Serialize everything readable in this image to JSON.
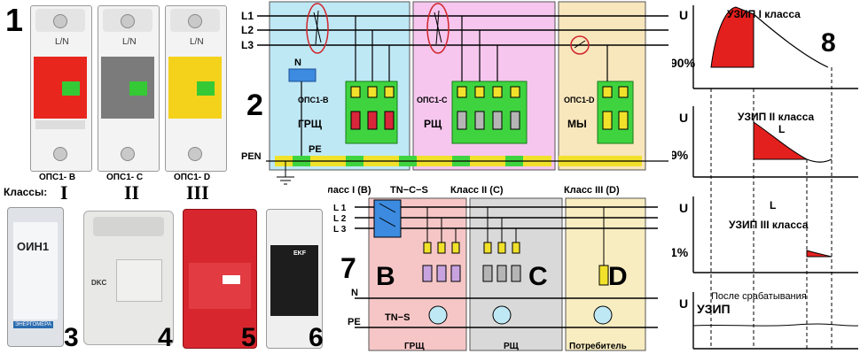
{
  "photos": {
    "label_1": "1",
    "devices_top": [
      {
        "name": "ОПС1- B",
        "roman": "I",
        "color": "#e8261e",
        "face": "L/N"
      },
      {
        "name": "ОПС1- C",
        "roman": "II",
        "color": "#7b7b7b",
        "face": "L/N"
      },
      {
        "name": "ОПС1- D",
        "roman": "III",
        "color": "#f4d21c",
        "face": "L/N"
      }
    ],
    "classes_label": "Классы:",
    "bottom_labels": [
      "3",
      "4",
      "5",
      "6"
    ],
    "device3_text": "ОИН1",
    "device3_brand": "ЭНЕРГОМЕРА",
    "device4_brand": "DKC",
    "device6_brand": "EKF"
  },
  "diagram2": {
    "label": "2",
    "lines": [
      "L1",
      "L2",
      "L3"
    ],
    "n_label": "N",
    "pen_label": "PEN",
    "pe_label": "PE",
    "panels": [
      {
        "device": "ОПС1-B",
        "board": "ГРЩ",
        "bg": "#bfe8f5"
      },
      {
        "device": "ОПС1-C",
        "board": "РЩ",
        "bg": "#f6c6ee"
      },
      {
        "device": "ОПС1-D",
        "board": "МЫ",
        "bg": "#f8e6bd"
      }
    ]
  },
  "diagram7": {
    "label": "7",
    "class_header": [
      "Класс I (B)",
      "TN−C−S",
      "Класс II (C)",
      "Класс III (D)"
    ],
    "lines": [
      "L 1",
      "L 2",
      "L 3"
    ],
    "n_label": "N",
    "pe_label": "PE",
    "tns_label": "TN−S",
    "zones": [
      {
        "letter": "B",
        "board": "ГРЩ",
        "bg": "#f6c6c6"
      },
      {
        "letter": "C",
        "board": "РЩ",
        "bg": "#d9d9d9"
      },
      {
        "letter": "D",
        "board": "Потребитель",
        "bg": "#f8edc0"
      }
    ]
  },
  "graphs8": {
    "label": "8",
    "u_label": "U",
    "panels": [
      {
        "title": "УЗИП I класса",
        "level": "90%"
      },
      {
        "title": "УЗИП II класса",
        "level": "9%",
        "l_label": "L"
      },
      {
        "title": "УЗИП III класса",
        "level": "1%",
        "l_label": "L"
      },
      {
        "title": "После срабатывания",
        "title2": "УЗИП"
      }
    ]
  }
}
